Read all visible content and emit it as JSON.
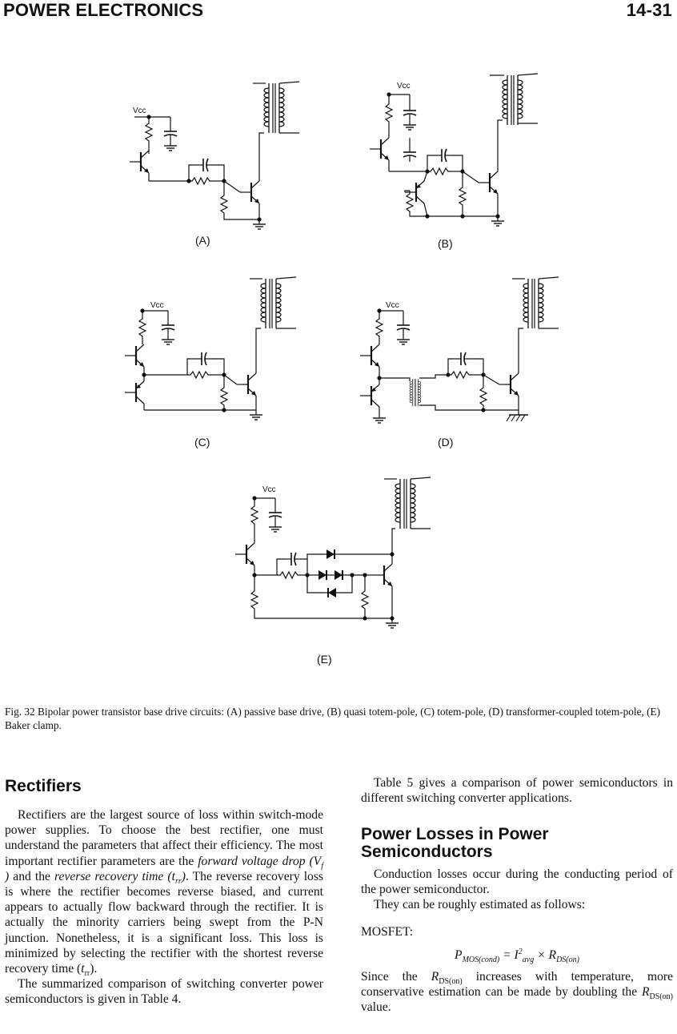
{
  "header": {
    "section": "POWER ELECTRONICS",
    "page_number": "14-31"
  },
  "figure": {
    "vcc_label": "Vcc",
    "panels": {
      "a": "(A)",
      "b": "(B)",
      "c": "(C)",
      "d": "(D)",
      "e": "(E)"
    },
    "caption": "Fig. 32 Bipolar power transistor base drive circuits: (A) passive base drive, (B) quasi totem-pole, (C) totem-pole, (D) transformer-coupled totem-pole, (E) Baker clamp."
  },
  "left_column": {
    "heading": "Rectifiers",
    "p1_a": "Rectifiers are the largest source of loss within switch-mode power supplies. To choose the best rectifier, one must understand the parameters that affect their efficiency. The most important rectifier parameters are the ",
    "p1_term1": "forward voltage drop",
    "p1_sym1_open": " (V",
    "p1_sym1_sub": "f",
    "p1_sym1_close": " )",
    "p1_and": " and the ",
    "p1_term2": "reverse recovery time",
    "p1_sym2_open": " (t",
    "p1_sym2_sub": "rr",
    "p1_sym2_close": ")",
    "p1_b": ". The reverse recovery loss is where the rectifier becomes reverse biased, and current appears to actually flow backward through the rectifier. It is actually the minority carriers being swept from the P-N junction. Nonetheless, it is a significant loss. This loss is minimized by selecting the rectifier with the shortest reverse recovery time (",
    "p1_sym3": "t",
    "p1_sym3_sub": "rr",
    "p1_c": ").",
    "p2": "The summarized comparison of switching converter power semiconductors is given in Table 4."
  },
  "right_column": {
    "intro": "Table 5 gives a comparison of power semiconductors in different switching converter applications.",
    "heading": "Power Losses in Power Semiconductors",
    "p1": "Conduction losses occur during the conducting period of the power semiconductor.",
    "p2": "They can be roughly estimated as follows:",
    "mosfet_label": "MOSFET:",
    "formula": {
      "lhs": "P",
      "lhs_sub": "MOS(cond)",
      "eq": " = I",
      "i_sup": "2",
      "i_sub": "avg",
      "times": " × R",
      "r_sub": "DS(on)"
    },
    "p3_a": "Since the ",
    "p3_r": "R",
    "p3_r_sub": "DS(on)",
    "p3_b": " increases with temperature, more conservative estimation can be made by doubling the ",
    "p3_r2": "R",
    "p3_r2_sub": "DS(on)",
    "p3_c": " value."
  }
}
